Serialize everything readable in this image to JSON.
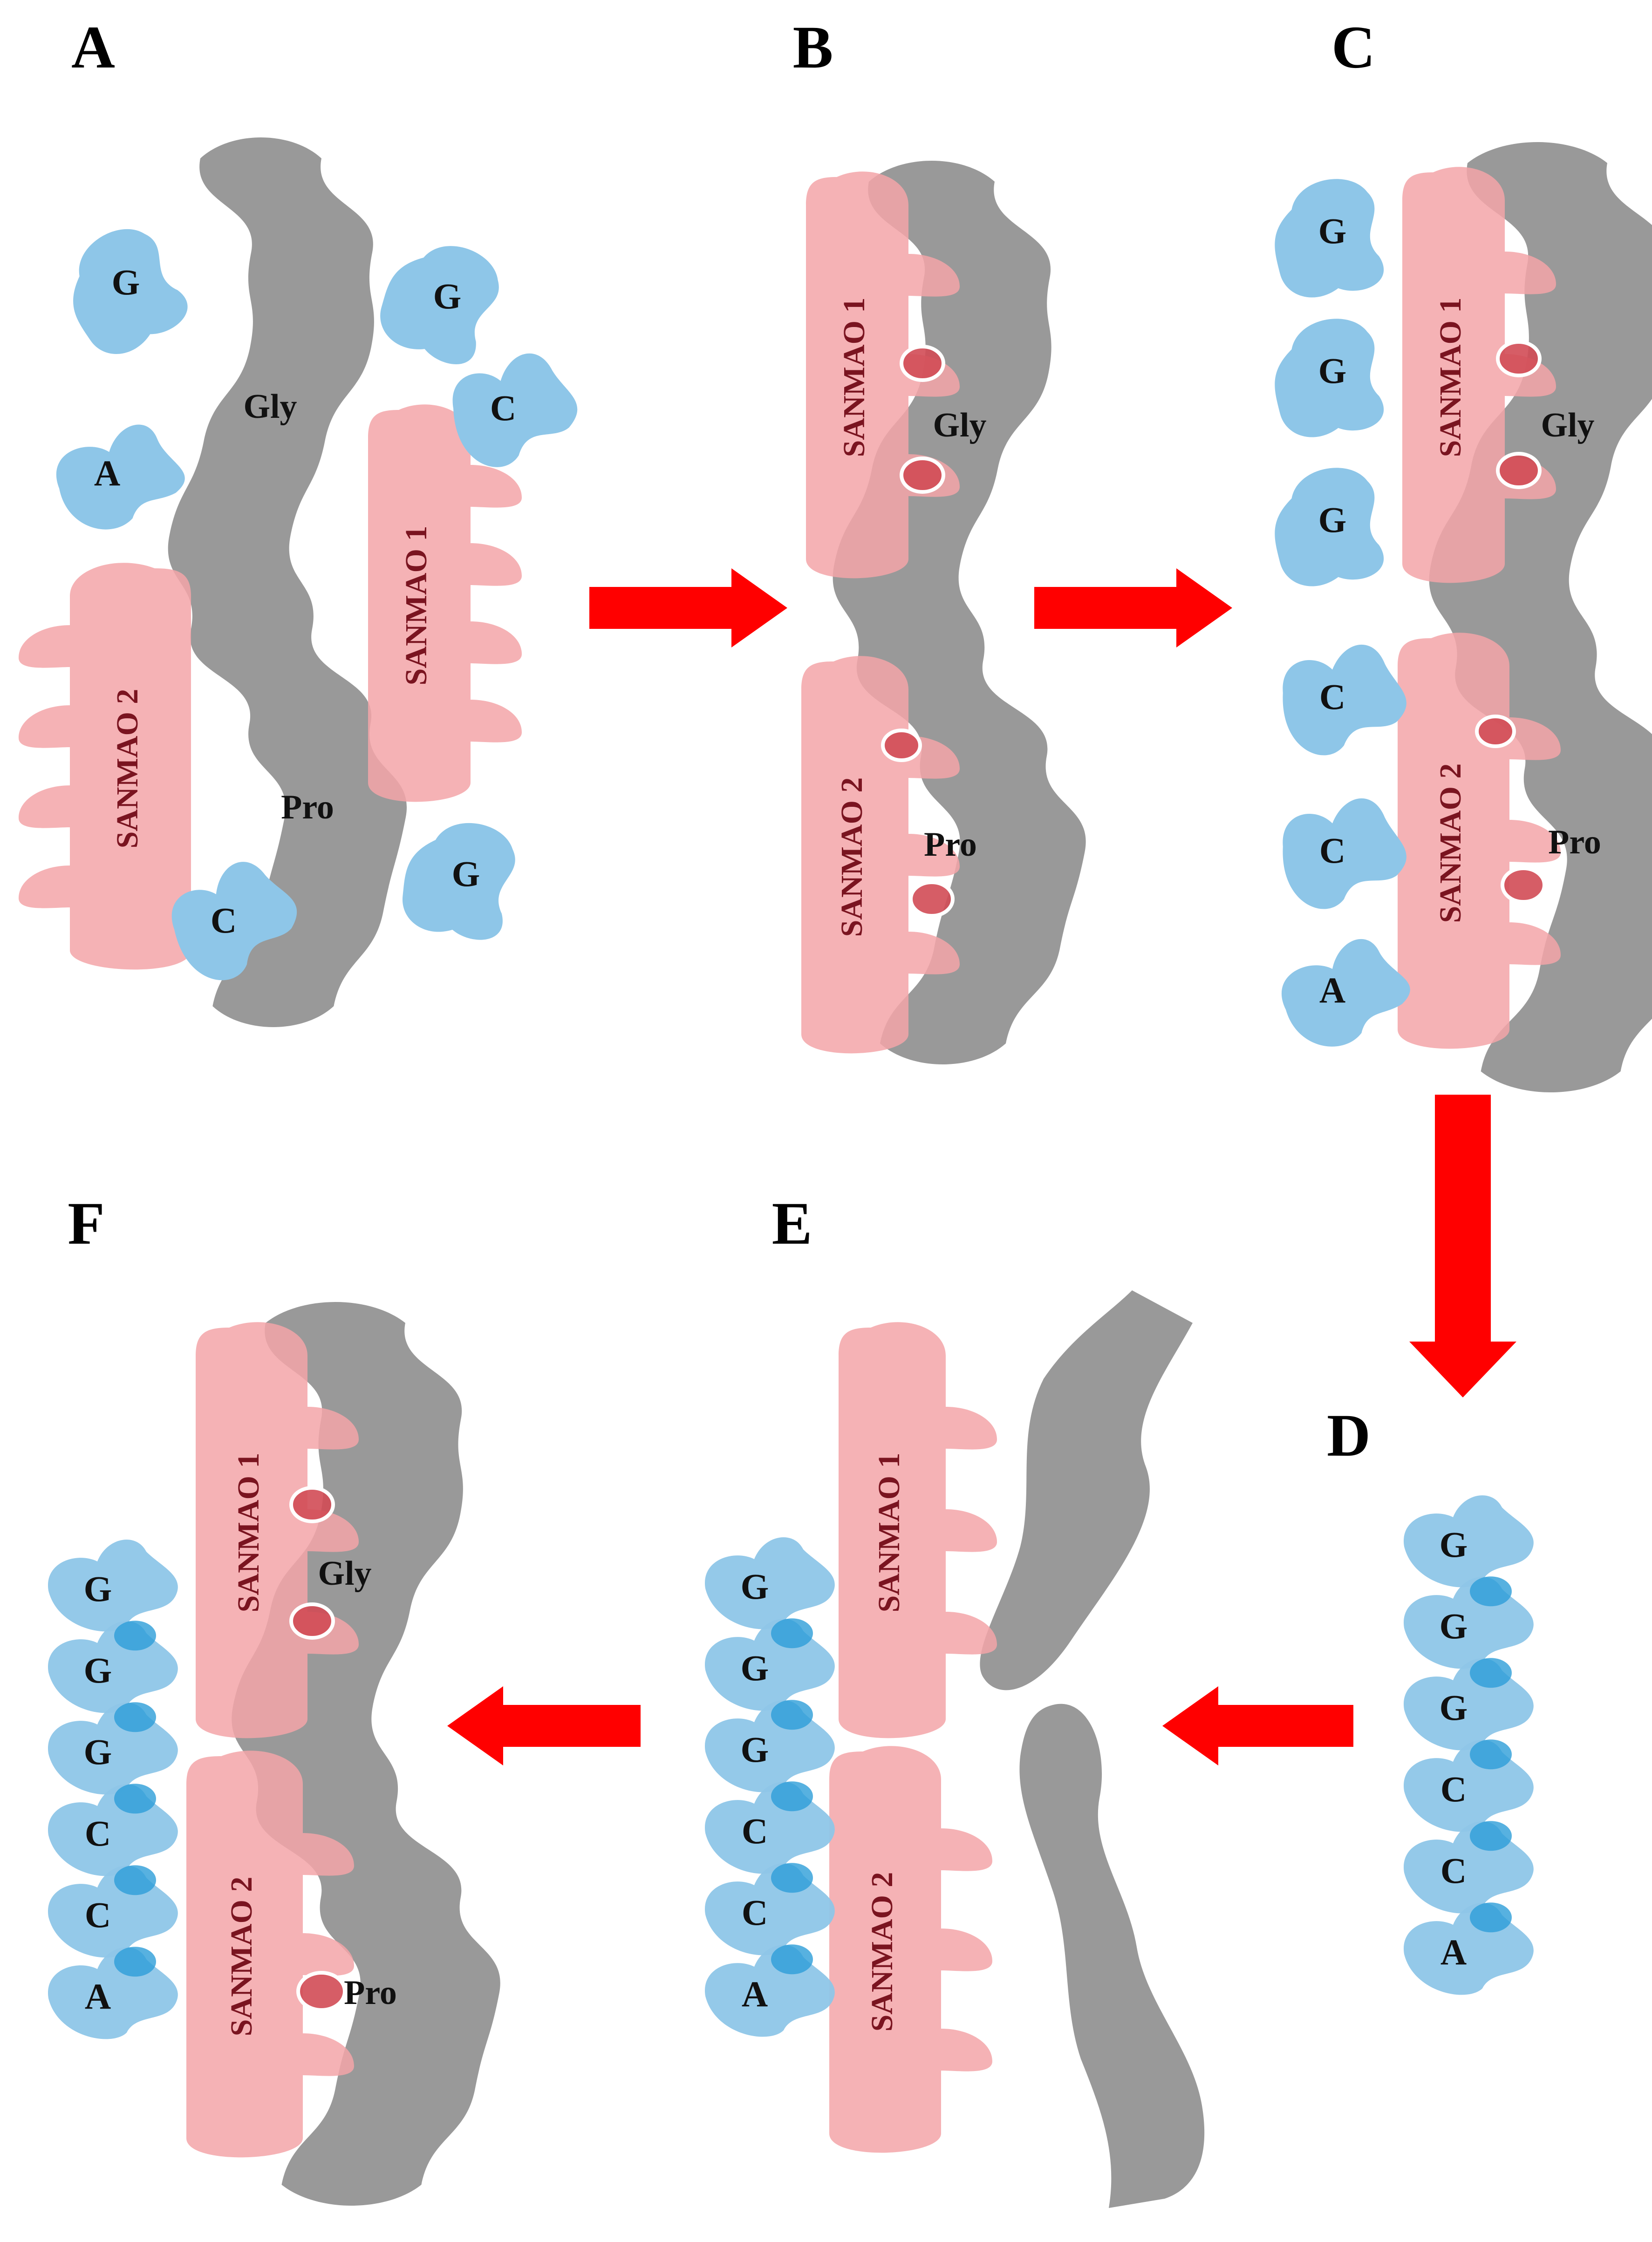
{
  "colors": {
    "protein": "#999999",
    "sanmao": "#f3a4a8",
    "sanmao_contact": "#d24b55",
    "nucleotide": "#8ec6e8",
    "nucleotide_overlap": "#2d9ed8",
    "arrow": "#ff0000"
  },
  "panels": {
    "A": {
      "letter": "A",
      "free_nucleotides": [
        "G",
        "A",
        "G",
        "C",
        "G",
        "C"
      ],
      "protein_labels": [
        "Gly",
        "Pro"
      ],
      "sanmao": [
        "SANMAO 1",
        "SANMAO 2"
      ]
    },
    "B": {
      "letter": "B",
      "protein_labels": [
        "Gly",
        "Pro"
      ],
      "sanmao": [
        "SANMAO 1",
        "SANMAO 2"
      ]
    },
    "C": {
      "letter": "C",
      "nucleotides": [
        "G",
        "G",
        "G",
        "C",
        "C",
        "A"
      ],
      "protein_labels": [
        "Gly",
        "Pro"
      ],
      "sanmao": [
        "SANMAO 1",
        "SANMAO 2"
      ]
    },
    "D": {
      "letter": "D",
      "nucleotides": [
        "G",
        "G",
        "G",
        "C",
        "C",
        "A"
      ]
    },
    "E": {
      "letter": "E",
      "nucleotides": [
        "G",
        "G",
        "G",
        "C",
        "C",
        "A"
      ],
      "sanmao": [
        "SANMAO 1",
        "SANMAO 2"
      ]
    },
    "F": {
      "letter": "F",
      "nucleotides": [
        "G",
        "G",
        "G",
        "C",
        "C",
        "A"
      ],
      "protein_labels": [
        "Gly",
        "Pro"
      ],
      "sanmao": [
        "SANMAO 1",
        "SANMAO 2"
      ]
    }
  },
  "arrows": [
    {
      "from": "A",
      "to": "B",
      "direction": "right"
    },
    {
      "from": "B",
      "to": "C",
      "direction": "right"
    },
    {
      "from": "C",
      "to": "D",
      "direction": "down"
    },
    {
      "from": "D",
      "to": "E",
      "direction": "left"
    },
    {
      "from": "E",
      "to": "F",
      "direction": "left"
    }
  ]
}
